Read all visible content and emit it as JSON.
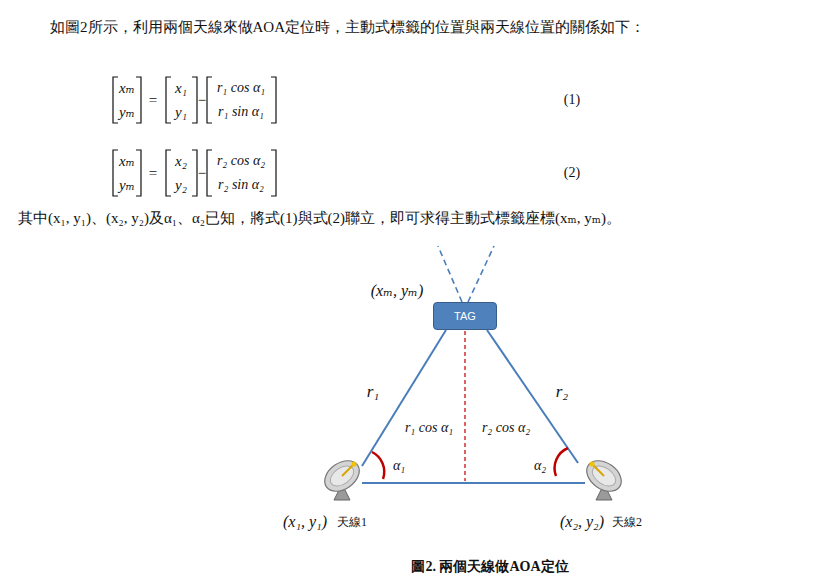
{
  "diagram": {
    "caption": "圖2. 兩個天線做AOA定位",
    "nodes": [
      {
        "text": [
          "TAG"
        ]
      }
    ],
    "labels": [
      "如圖2所示，利用兩個天線來做AOA定位時，主動式標籤的位置與兩天線位置的關係如下：",
      "xₘ",
      "yₘ",
      "=",
      "x₁",
      "y₁",
      "−",
      "r₁ cos α₁",
      "r₁ sin α₁",
      "(1)",
      "xₘ",
      "yₘ",
      "=",
      "x₂",
      "y₂",
      "−",
      "r₂ cos α₂",
      "r₂ sin α₂",
      "(2)",
      "其中(x₁, y₁)、(x₂, y₂)及α₁、α₂已知，將式(1)與式(2)聯立，即可求得主動式標籤座標(xₘ, yₘ)。",
      "(xₘ, yₘ)",
      "r₁",
      "r₂",
      "r₁ cos α₁",
      "r₂ cos α₂",
      "α₁",
      "α₂",
      "(x₁, y₁)",
      "天線1",
      "(x₂, y₂)",
      "天線2"
    ]
  }
}
